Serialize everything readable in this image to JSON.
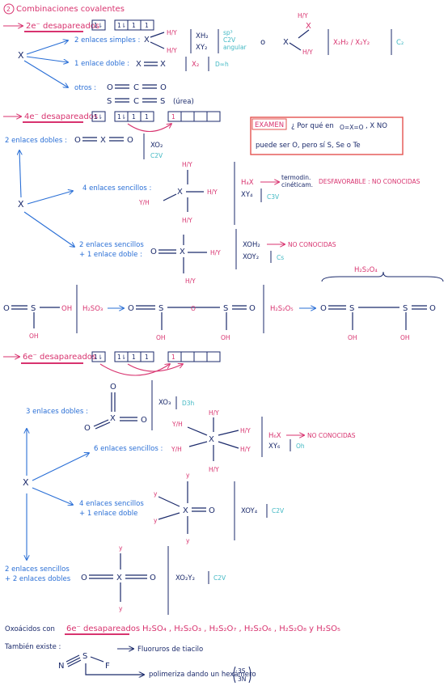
{
  "section": {
    "num": "2",
    "title": "Combinaciones covalentes"
  },
  "s2": {
    "heading": "2e⁻ desapareados",
    "boxes": [
      "1⇂",
      "1⇂",
      "1",
      "1"
    ],
    "simples_label": "2 enlaces simples :",
    "xh2": "XH₂",
    "xy2": "XY₂",
    "hyb": [
      "sp³",
      "C2V",
      "angular"
    ],
    "o": "o",
    "x2h2": "X₂H₂ / X₂Y₂",
    "c2": "C₂",
    "doble_label": "1 enlace doble :",
    "x2": "X₂",
    "dosh": "D∞h",
    "otros": "otros :",
    "oco": [
      "O",
      "C",
      "O"
    ],
    "scs": [
      "S",
      "C",
      "S"
    ],
    "urea": "(úrea)"
  },
  "s4": {
    "heading": "4e⁻ desapareados",
    "boxes1": [
      "1⇂",
      "1⇂",
      "1",
      "1"
    ],
    "boxes2": [
      "1"
    ],
    "dobles_label": "2 enlaces dobles :",
    "xo2": "XO₂",
    "c2v": "C2V",
    "sencillos_label": "4 enlaces sencillos :",
    "hx": "H₄X",
    "xy4": "XY₄",
    "c3v": "C3V",
    "termodin": [
      "termodin.",
      "cinéticam."
    ],
    "desfav": "DESFAVORABLE : NO CONOCIDAS",
    "mixed_label": [
      "2 enlaces sencillos",
      "+ 1 enlace doble :"
    ],
    "xoh2": "XOH₂",
    "noconocidas": "NO CONOCIDAS",
    "xoy2": "XOY₂",
    "cs": "Cs",
    "examen": "EXAMEN",
    "examen_q1": "¿ Por qué en",
    "examen_q2": ", X NO",
    "examen_q3": "puede ser O, pero sí S, Se o Te",
    "h2so3": "H₂SO₃",
    "h2s2o5": "H₂S₂O₅",
    "h2s2o4": "H₂S₂O₄",
    "oh": "OH",
    "hy": "H/Y",
    "yh": "Y/H"
  },
  "s6": {
    "heading": "6e⁻ desapareados",
    "dobles3": "3 enlaces dobles :",
    "xo3": "XO₃",
    "d3h": "D3h",
    "sencillos6": "6 enlaces sencillos :",
    "h6x": "H₆X",
    "xy6": "XY₆",
    "oh_sym": "Oh",
    "noconocidas": "NO CONOCIDAS",
    "mix4": [
      "4 enlaces sencillos",
      "+ 1 enlace doble"
    ],
    "xoy4": "XOY₄",
    "c2v": "C2V",
    "mix2": [
      "2 enlaces sencillos",
      "+ 2 enlaces dobles"
    ],
    "xo2y2": "XO₂Y₂"
  },
  "oxoacidos": {
    "label": "Oxoácidos con",
    "heading": "6e⁻ desapareados",
    "list": "H₂SO₄ , H₂S₂O₃ , H₂S₂O₇ , H₂S₂O₆ , H₂S₂O₈ y H₂SO₅"
  },
  "tambien": {
    "label": "También existe :",
    "fluoruros": "Fluoruros de tiacilo",
    "polimeriza": "polimeriza dando un hexámero",
    "ratio": [
      "3S",
      "3N"
    ],
    "n": "N",
    "s": "S",
    "f": "F"
  }
}
